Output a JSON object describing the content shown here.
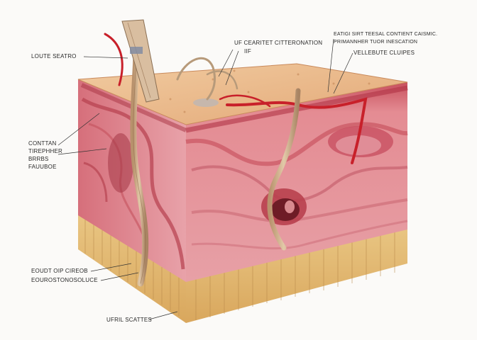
{
  "labels": {
    "louse_seatro": "LOUTE SEATRO",
    "central_a": "UF CEARITET CITTERONATION",
    "central_b": "IIF",
    "right_top_a": "EATIGI SIRT TEESAL CONTIENT CAISMIC.",
    "right_top_b": "PRIMANNHER TUOR INESCATION",
    "vellebute": "VELLEBUTE CLUIPES",
    "left_mid_a": "CONTTAN",
    "left_mid_b": "TIREPHHER",
    "left_mid_c": "BRRBS",
    "left_mid_d": "FAUUBOE",
    "bottom_left_a": "EOUDT OIP CIREOB",
    "bottom_left_b": "EOUROSTONOSOLUCE",
    "bottom": "UFRIL SCATTES"
  },
  "colors": {
    "tissue_pink": "#d97a86",
    "tissue_dark": "#b23b4a",
    "epidermis": "#e9b98c",
    "fat_layer": "#e6c07a",
    "vessel_red": "#c8202a",
    "nerve_tan": "#c9a987"
  }
}
